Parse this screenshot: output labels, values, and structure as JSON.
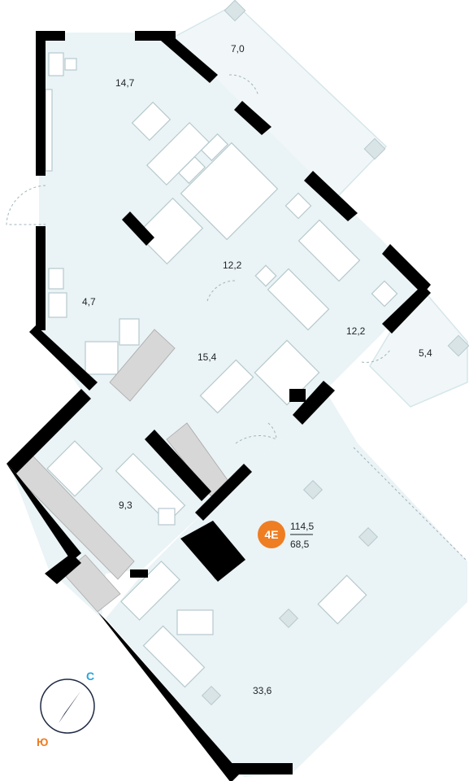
{
  "unit": {
    "badge": "4E",
    "total_area": "114,5",
    "living_area": "68,5"
  },
  "rooms": [
    {
      "id": "bedroom-1",
      "area": "14,7"
    },
    {
      "id": "terrace-top",
      "area": "7,0"
    },
    {
      "id": "bedroom-2",
      "area": "12,2"
    },
    {
      "id": "bedroom-3",
      "area": "12,2"
    },
    {
      "id": "bathroom",
      "area": "4,7"
    },
    {
      "id": "hall",
      "area": "15,4"
    },
    {
      "id": "balcony-right",
      "area": "5,4"
    },
    {
      "id": "kitchen",
      "area": "9,3"
    },
    {
      "id": "living-room",
      "area": "33,6"
    }
  ],
  "compass": {
    "north_label": "С",
    "south_label": "Ю",
    "north_color": "#2aa3d8",
    "south_color": "#ef7d22"
  },
  "colors": {
    "badge": "#ef7d22",
    "walls": "#000000",
    "floor": "#eaf3f5"
  }
}
